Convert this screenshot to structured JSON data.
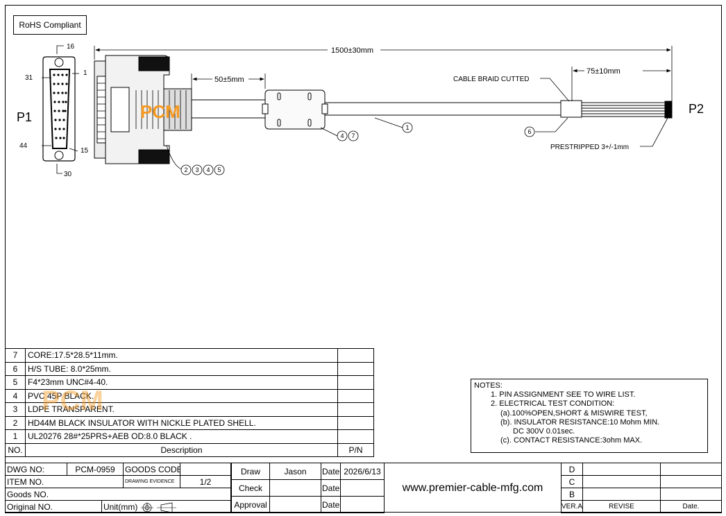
{
  "rohs": "RoHS Compliant",
  "labels": {
    "p1": "P1",
    "p2": "P2",
    "pin16": "16",
    "pin1": "1",
    "pin31": "31",
    "pin44": "44",
    "pin15": "15",
    "pin30": "30",
    "total_length": "1500±30mm",
    "boot_length": "50±5mm",
    "strip_length": "75±10mm",
    "braid": "CABLE BRAID CUTTED",
    "prestripped": "PRESTRIPPED 3+/-1mm",
    "logo": "PCM"
  },
  "balloons": {
    "b1": "1",
    "b2": "2",
    "b3": "3",
    "b4": "4",
    "b5": "5",
    "b6": "6",
    "b7": "7"
  },
  "parts": [
    {
      "no": "7",
      "desc": "CORE:17.5*28.5*11mm.",
      "pn": ""
    },
    {
      "no": "6",
      "desc": "H/S TUBE: 8.0*25mm.",
      "pn": ""
    },
    {
      "no": "5",
      "desc": "F4*23mm UNC#4-40.",
      "pn": ""
    },
    {
      "no": "4",
      "desc": "PVC 45P BLACK.",
      "pn": ""
    },
    {
      "no": "3",
      "desc": "LDPE TRANSPARENT.",
      "pn": ""
    },
    {
      "no": "2",
      "desc": "HD44M BLACK INSULATOR WITH NICKLE PLATED SHELL.",
      "pn": ""
    },
    {
      "no": "1",
      "desc": "UL20276 28#*25PRS+AEB OD:8.0   BLACK .",
      "pn": ""
    }
  ],
  "parts_header": {
    "no": "NO.",
    "desc": "Description",
    "pn": "P/N"
  },
  "notes": [
    "NOTES:",
    "1. PIN ASSIGNMENT SEE TO WIRE LIST.",
    "2. ELECTRICAL TEST CONDITION:",
    "(a).100%OPEN,SHORT & MISWIRE TEST,",
    "(b). INSULATOR RESISTANCE:10 Mohm MIN.",
    "DC 300V 0.01sec.",
    "(c). CONTACT RESISTANCE:3ohm MAX."
  ],
  "title_block": {
    "dwg_no_label": "DWG NO:",
    "dwg_no": "PCM-0959",
    "goods_code": "GOODS CODE",
    "item_no": "ITEM NO.",
    "drawing_evidence": "DRAWING EVIDENCE",
    "sheet": "1/2",
    "goods_no": "Goods NO.",
    "original_no": "Original NO.",
    "unit": "Unit(mm)",
    "draw": "Draw",
    "draw_by": "Jason",
    "check": "Check",
    "approval": "Approval",
    "date": "Date",
    "date_value": "2026/6/13",
    "website": "www.premier-cable-mfg.com",
    "rev_d": "D",
    "rev_c": "C",
    "rev_b": "B",
    "ver": "VER.A",
    "revise": "REVISE",
    "date_col": "Date."
  }
}
